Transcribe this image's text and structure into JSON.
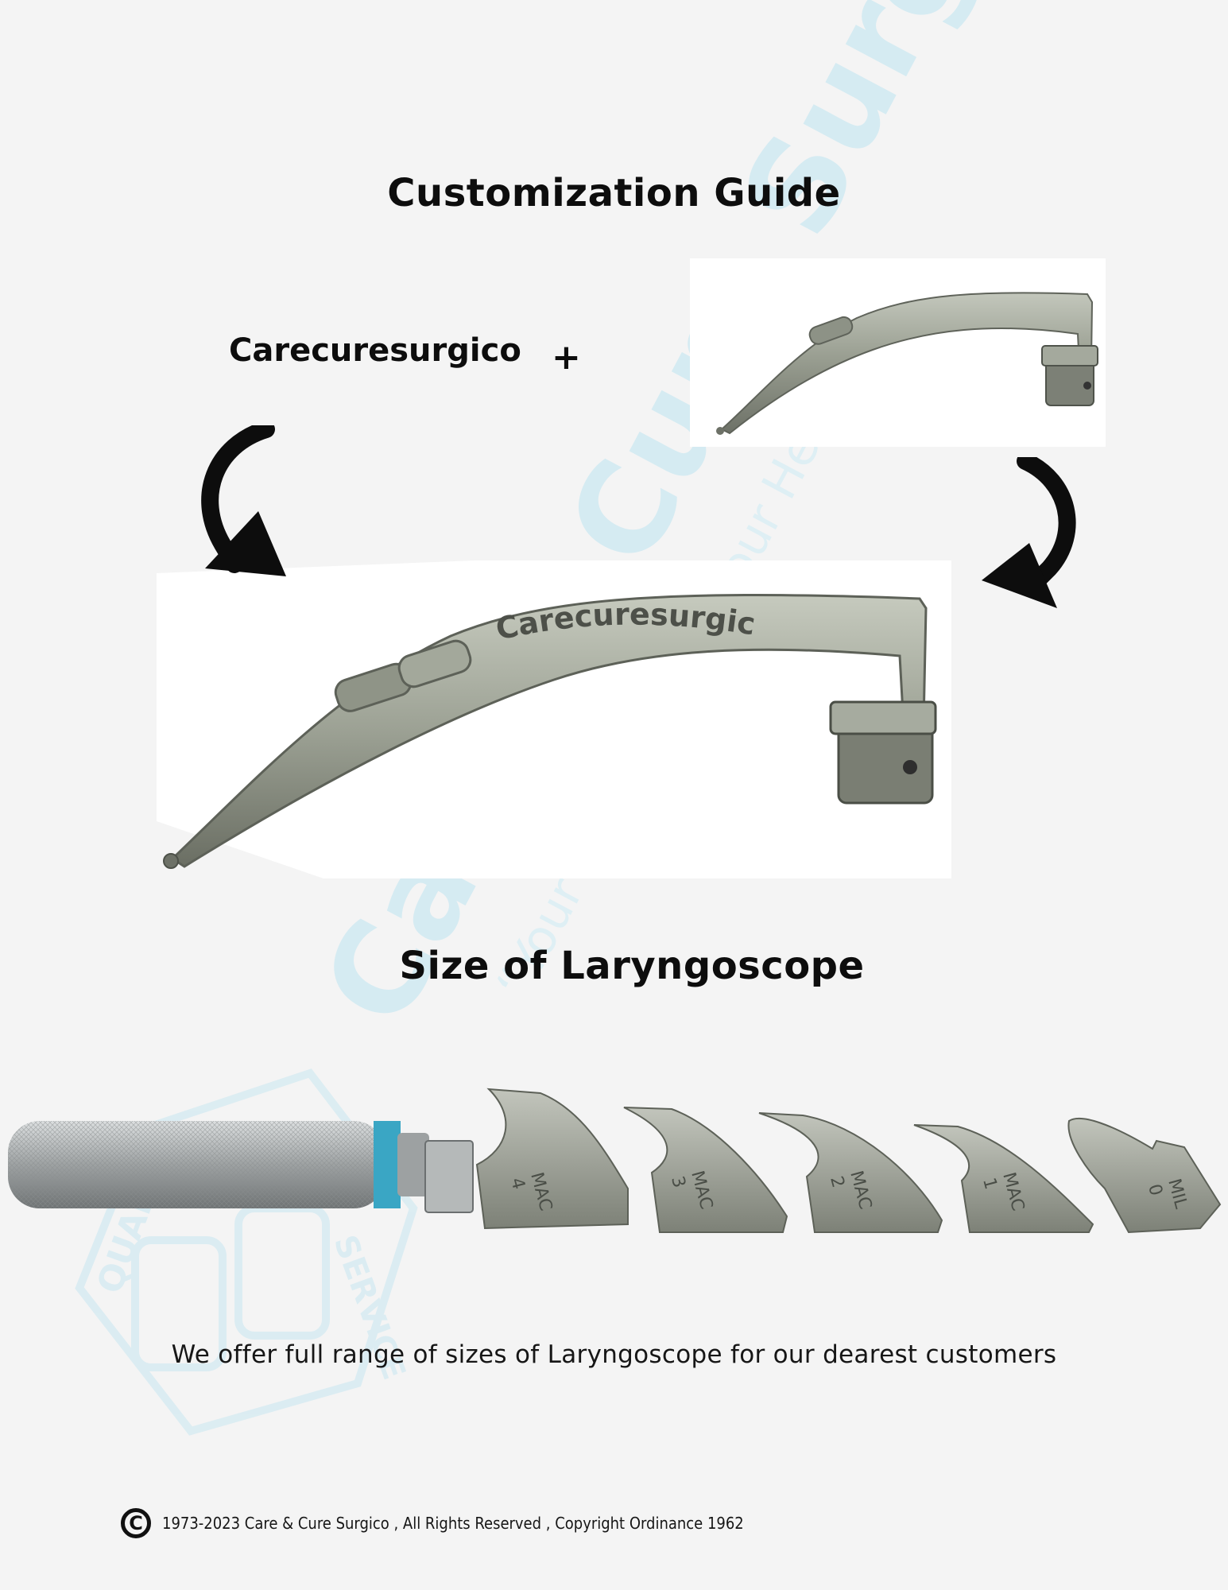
{
  "page": {
    "title": "Customization Guide",
    "brand_text": "Carecuresurgico",
    "plus": "+",
    "engraved_text": "Carecuresurgico",
    "section_title": "Size of Laryngoscope",
    "tagline": "We offer full range of sizes of Laryngoscope for our dearest customers",
    "blade_labels": [
      {
        "type": "MAC",
        "size": "4"
      },
      {
        "type": "MAC",
        "size": "3"
      },
      {
        "type": "MAC",
        "size": "2"
      },
      {
        "type": "MAC",
        "size": "1"
      },
      {
        "type": "MIL",
        "size": "0"
      }
    ]
  },
  "watermark": {
    "brand": "Care & Cure Surgico",
    "slogan": "“Your Creation For Your Health”",
    "badge_top": "QUALITY",
    "badge_bottom": "SERVICE",
    "color": "#b9e3f0"
  },
  "footer": {
    "symbol": "C",
    "text": "1973-2023 Care & Cure Surgico , All Rights Reserved , Copyright Ordinance 1962"
  },
  "colors": {
    "background": "#f4f4f4",
    "metal": "#8f9488",
    "handle_band": "#3aa6c4",
    "text": "#0d0d0d"
  }
}
